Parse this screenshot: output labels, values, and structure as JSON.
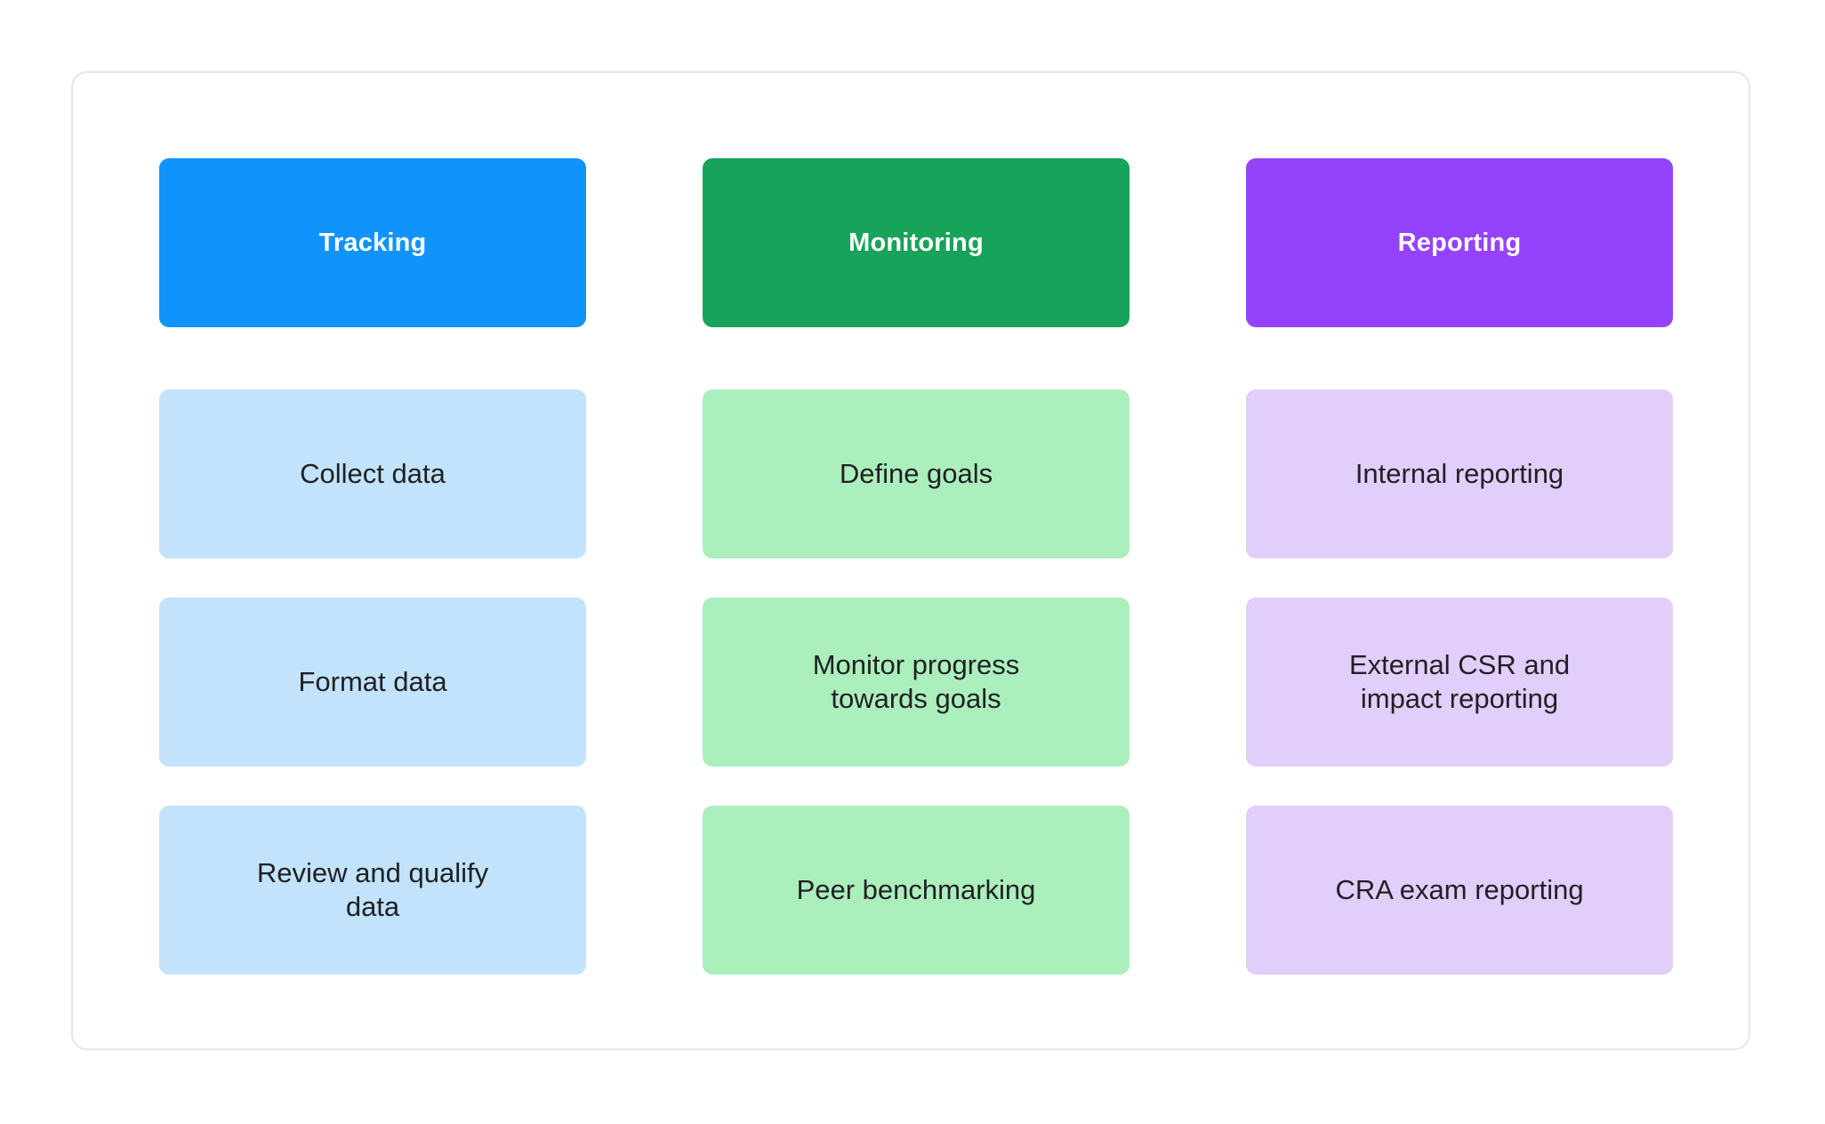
{
  "panel": {
    "border_color": "#e6e6e6",
    "background": "#ffffff"
  },
  "text_color": "#202124",
  "header_text_color": "#ffffff",
  "columns": [
    {
      "id": "tracking",
      "header_label": "Tracking",
      "header_color": "#1094fb",
      "cell_color": "#c2e3fb",
      "items": [
        {
          "label": "Collect data"
        },
        {
          "label": "Format data"
        },
        {
          "label": "Review and qualify data"
        }
      ]
    },
    {
      "id": "monitoring",
      "header_label": "Monitoring",
      "header_color": "#17a359",
      "cell_color": "#abefbd",
      "items": [
        {
          "label": "Define goals"
        },
        {
          "label": "Monitor progress towards goals"
        },
        {
          "label": "Peer benchmarking"
        }
      ]
    },
    {
      "id": "reporting",
      "header_label": "Reporting",
      "header_color": "#9442fc",
      "cell_color": "#e2cefa",
      "items": [
        {
          "label": "Internal reporting"
        },
        {
          "label": "External CSR and impact reporting"
        },
        {
          "label": "CRA exam reporting"
        }
      ]
    }
  ]
}
